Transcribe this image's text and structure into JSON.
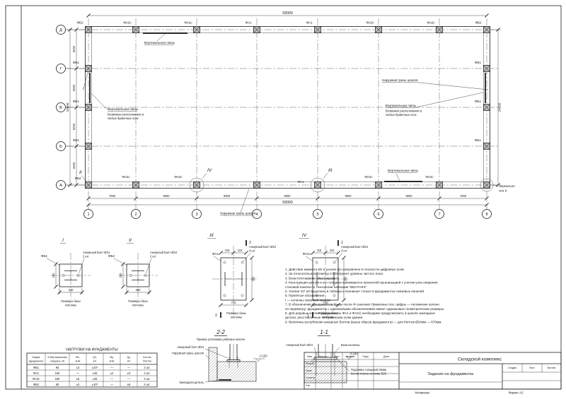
{
  "plan": {
    "axes_x": [
      "1",
      "2",
      "3",
      "4",
      "5",
      "6",
      "7",
      "8"
    ],
    "axes_y": [
      "Д",
      "Г",
      "В",
      "Б",
      "А"
    ],
    "spans_bottom": [
      "7000",
      "9000",
      "9000",
      "9000",
      "9000",
      "9000",
      "7000"
    ],
    "total_top": "59000",
    "total_bottom": "59000",
    "spans_left": [
      "6000",
      "6000",
      "6000",
      "6000"
    ],
    "total_left": "24000",
    "total_right": "24000",
    "col_labels_top": [
      "ФБ2",
      "ФА2с",
      "ФА2с",
      "ФА1",
      "ФА1",
      "ФА2с",
      "ФА2с",
      "ФБ2"
    ],
    "col_labels_bottom": [
      "ФБ2",
      "ФА2с",
      "ФА2с",
      "ФА1",
      "ФА2с",
      "ФА2с"
    ],
    "wall_col_label": "ФБ1",
    "label_vert_brace": "Вертикальная связь",
    "brace_note_line1": "Возможно расположение в",
    "brace_note_line2": "любых буквенных осях",
    "label_plinth_edge": "Наружная грань цоколя",
    "mirror_line1": "Зеркально",
    "mirror_line2": "оси II",
    "callouts": [
      "I",
      "II",
      "III",
      "IV"
    ]
  },
  "details": {
    "d1": {
      "title": "I",
      "col": "ФБ1",
      "bolt": "Анкерный Болт Ø24",
      "qty": "2 шт",
      "dim_w": "240",
      "dim_h": "230",
      "note1": "Размеры базы",
      "note2": "колонны"
    },
    "d2": {
      "title": "II",
      "col": "ФБ2",
      "bolt": "Анкерный Болт Ø24",
      "qty": "2 шт",
      "dim_w": "380",
      "dim_h": "230",
      "note1": "Размеры базы",
      "note2": "колонны"
    },
    "d3": {
      "title": "III",
      "col": "ФА1",
      "bolt": "Анкерный Болт Ø24",
      "qty": "4 шт",
      "dim_w": "710",
      "dim_h": "350",
      "dim_t1": "115",
      "dim_t2": "115",
      "flag": "2",
      "note1": "Размеры базы",
      "note2": "колонны"
    },
    "d4": {
      "title": "IV",
      "col": "ФА2с",
      "bolt": "Анкерный Болт Ø24",
      "qty": "4 шт",
      "dim_w": "710",
      "dim_h": "350",
      "dim_t1": "115",
      "dim_t2": "115",
      "flag": "1",
      "note1": "Размеры базы",
      "note2": "колонны"
    }
  },
  "sections": {
    "s22": {
      "title": "2-2",
      "caption": "Пример установки рядовых колонн",
      "bolt": "Анкерный болт Ø24",
      "plinth": "Наружная грань цоколя",
      "embed": "Закладная деталь",
      "level": "-0.150"
    },
    "s11": {
      "title": "1-1",
      "bolt": "Анкерный Болт Ø24",
      "base": "База колонны",
      "grout1": "Подливка толщиной 20мм",
      "grout2": "Бетон класса не ниже В25",
      "level": "-0.150"
    }
  },
  "loads_table": {
    "title": "НАГРУЗКИ НА ФУНДАМЕНТЫ",
    "headers": [
      [
        "Марка",
        "фундамента"
      ],
      [
        "N Вертикальная",
        "нагрузка, кН"
      ],
      [
        "Мх,",
        "кНм"
      ],
      [
        "Qх,",
        "кН"
      ],
      [
        "Му,",
        "кНм"
      ],
      [
        "Qу,",
        "кН"
      ],
      [
        "Кол-во",
        "болтов"
      ]
    ],
    "rows": [
      [
        "ФБ1",
        "95",
        "±3",
        "±10*",
        "—",
        "—",
        "2 шт."
      ],
      [
        "ФА1",
        "155",
        "—",
        "±45",
        "±2",
        "±3",
        "4 шт."
      ],
      [
        "ФА2с",
        "180",
        "±5",
        "±45",
        "—",
        "—",
        "4 шт."
      ],
      [
        "ФБ2",
        "60",
        "±2",
        "±10*",
        "—",
        "±8",
        "4 шт."
      ]
    ]
  },
  "notes": {
    "lines": [
      "1. Действие момента Мх и усилия Qх направлено в плоскости цифровых осей.",
      "2. За относительную отметку 0.000 принят уровень чистого пола.",
      "3. Базы всех колонн обетонировать.",
      "4. Конструкция цоколя и его толщина принимаются проектной организацией с учетом узла опирания",
      "    стеновой панели по технологии компании \"ВЕНТАЛЛ\".",
      "5. Усилие 10* кН выделено в таблице и возникает только в фундаментах связевых панелей.",
      "6. Принятые обозначения:",
      "    I — колонны связевой панели.",
      "7. В обозначении фундаментов буквы после Ф означают буквенные оси, цифры — положение колонн",
      "    по периметру; фундаменты с одинаковыми обозначениями имеют одинаковые геометрические размеры.",
      "8. Для рядовых колонн (фундаменты ФА1 и ФА2с) необходимо предусмотреть в цоколе закладные",
      "    детали, расставленные по буквенным осям здания.",
      "9. Величина заглубления анкерных болтов (выше обреза фундамента) — для болтов Ø24мм — 670мм."
    ]
  },
  "title_block": {
    "header_cells": [
      "Изм.",
      "Кол.уч.",
      "Лист",
      "№ док.",
      "Подп.",
      "Дата"
    ],
    "roles": [
      "Разраб.",
      "Пров.",
      "Н.контр.",
      "Утв."
    ],
    "project": "Складской комплекс",
    "doc_title": "Задание на фундаменты",
    "stage": "Стадия",
    "sheet": "Лист",
    "sheets": "Листов",
    "copied": "Копировал",
    "format": "Формат А2"
  }
}
